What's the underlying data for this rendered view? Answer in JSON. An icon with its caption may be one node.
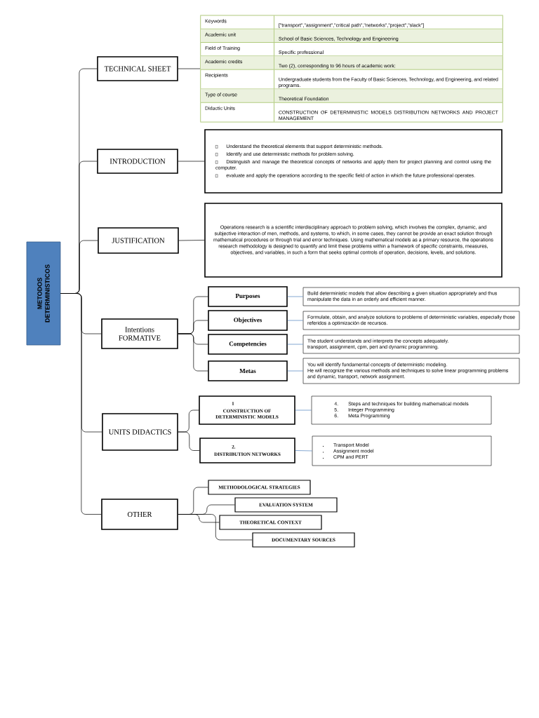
{
  "diagram": {
    "nodes": [
      {
        "text": [
          "METODOS DETERMINISTICOS"
        ]
      },
      {
        "text": [
          "TECHNICAL SHEET"
        ]
      },
      {
        "text": [
          "Keywords",
          "[\"transport\",\"assignment\",\"critical path\",\"networks\",\"project\",\"slack\"]",
          "Academic unit",
          "School of Basic Sciences, Technology and Engineering",
          "Field of Training",
          "Specific professional",
          "Academic credits",
          "Two (2), corresponding to 96 hours of academic work:",
          "Recipients",
          "Undergraduate students from the Faculty of Basic Sciences, Technology, and Engineering, and related programs.",
          "Type of course",
          "Theoretical Foundation",
          "Didactic Units",
          "CONSTRUCTION OF DETERMINISTIC MODELS DISTRIBUTION NETWORKS AND PROJECT MANAGEMENT"
        ]
      },
      {
        "text": [
          "INTRODUCTION"
        ]
      },
      {
        "text": [
          "Understand the theoretical elements that support deterministic methods.",
          "Identify and use deterministic methods for problem solving.",
          "Distinguish and manage the theoretical concepts of networks and apply them for project planning and control using the computer.",
          "evaluate and apply the operations according to the specific field of action in which the future professional operates."
        ]
      },
      {
        "text": [
          "JUSTIFICATION"
        ]
      },
      {
        "text": [
          "Operations research is a scientific interdisciplinary approach to problem solving, which involves the complex, dynamic, and subjective interaction of men, methods, and systems, to which, in some cases, they cannot be provide an exact solution through mathematical procedures or through trial and error techniques.",
          "Using mathematical models as a primary resource, the operations research methodology is designed to quantify and limit these problems within a framework of specific constraints, measures, objectives, and variables, in such a form that seeks optimal controls of operation, decisions, levels, and solutions."
        ]
      },
      {
        "text": [
          "Intentions FORMATIVE"
        ]
      },
      {
        "text": [
          "Purposes"
        ]
      },
      {
        "text": [
          "Build deterministic models that allow describing a given situation appropriately and thus manipulate the data in an orderly and efficient manner."
        ]
      },
      {
        "text": [
          "Objectives"
        ]
      },
      {
        "text": [
          "Formulate, obtain, and analyze solutions to problems of deterministic variables, especially those referidos a optimización de recursos."
        ]
      },
      {
        "text": [
          "Competencies"
        ]
      },
      {
        "text": [
          "The student understands and interprets the concepts adequately.",
          "transport, assignment, cpm, pert and dynamic programming."
        ]
      },
      {
        "text": [
          "Metas"
        ]
      },
      {
        "text": [
          "You will identify fundamental concepts of deterministic modeling.",
          "He will recognize the various methods and techniques to solve linear programming problems and dynamic, transport, network assignment."
        ]
      },
      {
        "text": [
          "UNITS DIDACTICS"
        ]
      },
      {
        "text": [
          "1",
          "CONSTRUCTION OF DETERMINISTIC MODELS"
        ]
      },
      {
        "text": [
          "4.",
          "Steps and techniques for building mathematical models",
          "5.",
          "Integer Programming",
          "6.",
          "Meta Programming"
        ]
      },
      {
        "text": [
          "2.",
          "DISTRIBUTION NETWORKS"
        ]
      },
      {
        "text": [
          "Transport Model",
          "Assignment model",
          "CPM and PERT"
        ]
      },
      {
        "text": [
          "OTHER"
        ]
      },
      {
        "text": [
          "METHODOLOGICAL STRATEGIES"
        ]
      },
      {
        "text": [
          "EVALUATION SYSTEM"
        ]
      },
      {
        "text": [
          "THEORETICAL CONTEXT"
        ]
      },
      {
        "text": [
          "DOCUMENTARY SOURCES"
        ]
      }
    ],
    "edges": [
      {
        "from": 0,
        "to": 1,
        "arrow": "none"
      },
      {
        "from": 0,
        "to": 3,
        "arrow": "none"
      },
      {
        "from": 0,
        "to": 5,
        "arrow": "none"
      },
      {
        "from": 0,
        "to": 7,
        "arrow": "none"
      },
      {
        "from": 0,
        "to": 16,
        "arrow": "none"
      },
      {
        "from": 0,
        "to": 21,
        "arrow": "none"
      },
      {
        "from": 1,
        "to": 2,
        "arrow": "none"
      },
      {
        "from": 3,
        "to": 4,
        "arrow": "none"
      },
      {
        "from": 5,
        "to": 6,
        "arrow": "none"
      },
      {
        "from": 7,
        "to": 8,
        "arrow": "none"
      },
      {
        "from": 7,
        "to": 10,
        "arrow": "none"
      },
      {
        "from": 7,
        "to": 12,
        "arrow": "none"
      },
      {
        "from": 7,
        "to": 14,
        "arrow": "none"
      },
      {
        "from": 8,
        "to": 9,
        "arrow": "none",
        "color": "#4f81bd"
      },
      {
        "from": 10,
        "to": 11,
        "arrow": "none",
        "color": "#4f81bd"
      },
      {
        "from": 12,
        "to": 13,
        "arrow": "none",
        "color": "#4f81bd"
      },
      {
        "from": 14,
        "to": 15,
        "arrow": "none",
        "color": "#4f81bd"
      },
      {
        "from": 16,
        "to": 17,
        "arrow": "none"
      },
      {
        "from": 16,
        "to": 19,
        "arrow": "none"
      },
      {
        "from": 17,
        "to": 18,
        "arrow": "none",
        "color": "#4f81bd"
      },
      {
        "from": 19,
        "to": 20,
        "arrow": "none",
        "color": "#4f81bd"
      },
      {
        "from": 21,
        "to": 22,
        "arrow": "none"
      },
      {
        "from": 21,
        "to": 23,
        "arrow": "none"
      },
      {
        "from": 21,
        "to": 24,
        "arrow": "none"
      },
      {
        "from": 21,
        "to": 25,
        "arrow": "none"
      }
    ]
  }
}
